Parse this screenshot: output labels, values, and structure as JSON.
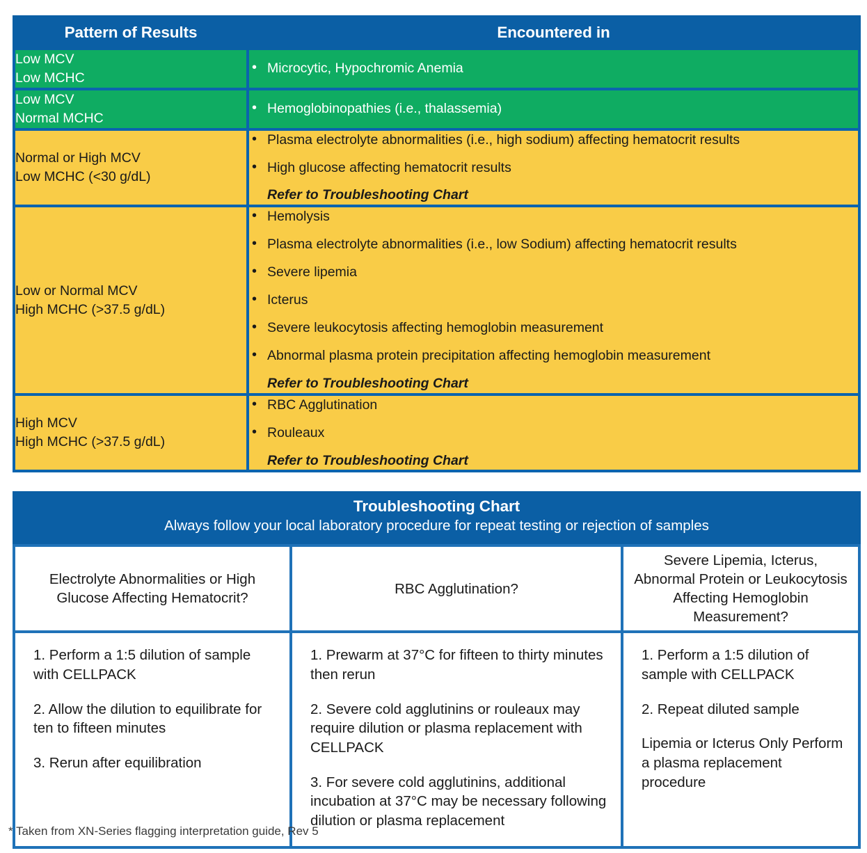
{
  "top_table": {
    "headers": {
      "pattern": "Pattern of Results",
      "encountered": "Encountered in"
    },
    "rows": [
      {
        "color": "green",
        "pattern": "Low MCV\nLow MCHC",
        "bullets": [
          "Microcytic, Hypochromic Anemia"
        ],
        "refer": ""
      },
      {
        "color": "green",
        "pattern": "Low MCV\nNormal MCHC",
        "bullets": [
          "Hemoglobinopathies (i.e., thalassemia)"
        ],
        "refer": ""
      },
      {
        "color": "yellow",
        "pattern": "Normal or High MCV\nLow MCHC (<30 g/dL)",
        "bullets": [
          "Plasma electrolyte abnormalities (i.e., high sodium) affecting hematocrit results",
          "High glucose affecting hematocrit results"
        ],
        "refer": "Refer to Troubleshooting Chart"
      },
      {
        "color": "yellow",
        "pattern": "Low or Normal MCV\nHigh MCHC (>37.5 g/dL)",
        "bullets": [
          "Hemolysis",
          "Plasma electrolyte abnormalities (i.e., low Sodium) affecting hematocrit results",
          "Severe lipemia",
          "Icterus",
          "Severe leukocytosis affecting hemoglobin measurement",
          "Abnormal plasma protein precipitation affecting hemoglobin measurement"
        ],
        "refer": "Refer to Troubleshooting Chart"
      },
      {
        "color": "yellow",
        "pattern": "High MCV\nHigh MCHC (>37.5 g/dL)",
        "bullets": [
          "RBC Agglutination",
          "Rouleaux"
        ],
        "refer": "Refer to Troubleshooting Chart"
      }
    ]
  },
  "troubleshooting": {
    "title": "Troubleshooting Chart",
    "subtitle": "Always follow your local laboratory procedure for repeat testing or rejection of samples",
    "columns": [
      {
        "header": "Electrolyte Abnormalities or High Glucose Affecting Hematocrit?",
        "steps": [
          "1. Perform a 1:5 dilution of sample with CELLPACK",
          "2. Allow the dilution to equilibrate for ten to fifteen minutes",
          "3. Rerun after equilibration"
        ]
      },
      {
        "header": "RBC Agglutination?",
        "steps": [
          "1. Prewarm at 37°C for fifteen to thirty minutes then rerun",
          "2. Severe cold agglutinins or rouleaux may require dilution or plasma replacement with CELLPACK",
          "3. For severe cold agglutinins, additional incubation at 37°C may be necessary following dilution or plasma replacement"
        ]
      },
      {
        "header": "Severe Lipemia, Icterus, Abnormal Protein or Leukocytosis Affecting Hemoglobin Measurement?",
        "steps": [
          "1. Perform a 1:5 dilution of sample with CELLPACK",
          "2. Repeat diluted sample",
          "Lipemia or Icterus Only Perform a plasma replacement procedure"
        ]
      }
    ]
  },
  "footnote": "* Taken from XN-Series flagging interpretation guide, Rev 5",
  "colors": {
    "blue": "#0b5fa5",
    "border_blue": "#0b64ae",
    "green": "#0fac62",
    "yellow": "#f9cc47",
    "text_dark": "#1a1a1a",
    "text_light": "#ffffff"
  }
}
